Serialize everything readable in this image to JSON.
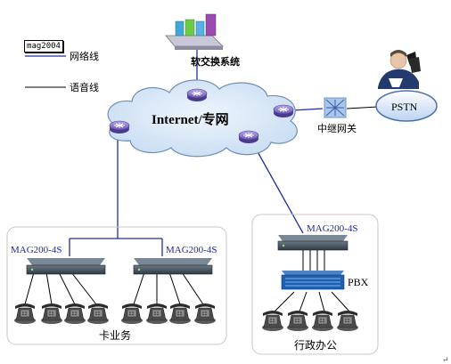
{
  "legend": {
    "stamp": "mag2004",
    "network_line": "网络线",
    "voice_line": "语音线"
  },
  "cloud_label": "Internet/专网",
  "softswitch_label": "软交换系统",
  "gateway_label": "中继网关",
  "pstn_label": "PSTN",
  "site_left": {
    "device1": "MAG200-4S",
    "device2": "MAG200-4S",
    "label": "卡业务"
  },
  "site_right": {
    "device": "MAG200-4S",
    "pbx": "PBX",
    "label": "行政办公"
  },
  "colors": {
    "network_line": "#1f2f9e",
    "voice_line": "#000000",
    "cloud_fill": "#d9e9f9",
    "cloud_stroke": "#6f8fb8",
    "device_label": "#1a2aa8"
  }
}
